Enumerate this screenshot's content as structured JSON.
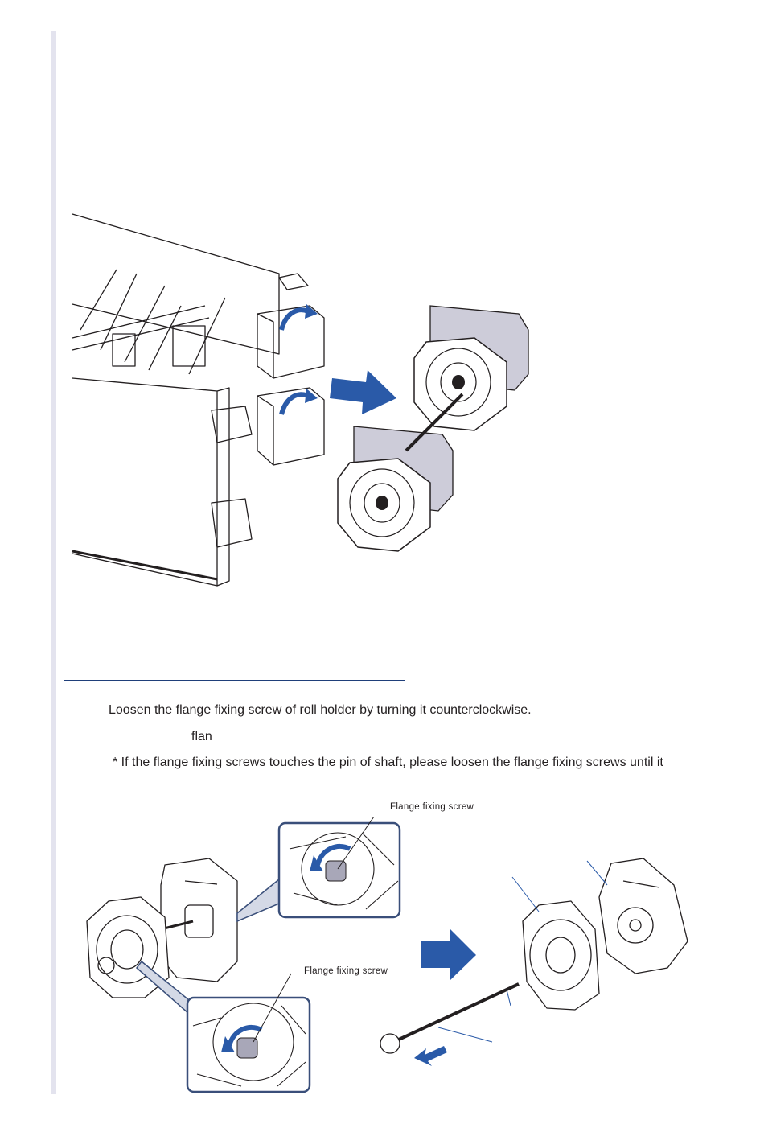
{
  "instructions": {
    "step_text": "Loosen the flange fixing screw of roll holder by turning it counterclockwise.",
    "fragment_text": "flan",
    "note_text": "* If the flange fixing screws touches the pin of shaft, please loosen the flange fixing screws until it"
  },
  "callouts": {
    "screw_top": "Flange fixing screw",
    "screw_bottom": "Flange fixing screw"
  },
  "colors": {
    "accent_blue": "#2a5aa8",
    "rule_navy": "#1f3f7a",
    "flange_fill": "#cdccd9"
  },
  "icons": {
    "arrow_right": "arrow-right-icon",
    "arrow_down_left": "arrow-down-left-icon"
  }
}
